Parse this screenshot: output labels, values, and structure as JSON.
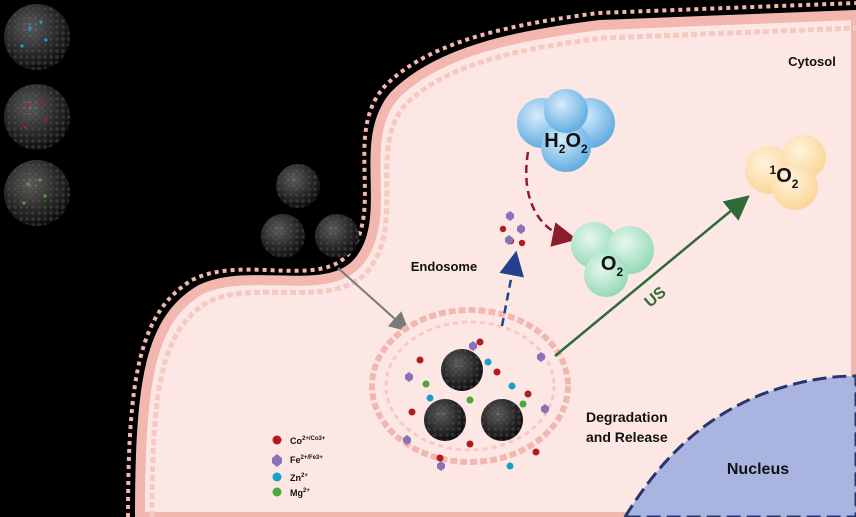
{
  "labels": {
    "cytosol": "Cytosol",
    "endosome": "Endosome",
    "degradation_line1": "Degradation",
    "degradation_line2": "and Release",
    "nucleus": "Nucleus",
    "us": "US"
  },
  "molecules": {
    "h2o2": {
      "base": "H",
      "sub1": "2",
      "mid": "O",
      "sub2": "2"
    },
    "o2": {
      "base": "O",
      "sub": "2"
    },
    "singlet_o2": {
      "sup": "1",
      "base": "O",
      "sub": "2"
    }
  },
  "legend": [
    {
      "name": "co",
      "base": "Co",
      "sup": "2+/Co3+",
      "color": "#b21c1c",
      "shape": "circle"
    },
    {
      "name": "fe",
      "base": "Fe",
      "sup": "2+/Fe3+",
      "color": "#8a72b8",
      "shape": "hexagon"
    },
    {
      "name": "zn",
      "base": "Zn",
      "sup": "2+",
      "color": "#1aa0c8",
      "shape": "circle"
    },
    {
      "name": "mg",
      "base": "Mg",
      "sup": "2+",
      "color": "#4ea53a",
      "shape": "circle"
    }
  ],
  "colors": {
    "background": "#000000",
    "cell": "#fde7e4",
    "membrane": "#f2b8b0",
    "nucleus": "#a9b5e0",
    "nucleus_border": "#27366e",
    "us_arrow": "#2f6b3a",
    "h2o2_arrow": "#8b1e2b",
    "release_arrow": "#27408b",
    "h2o2_bubble": "#8fc6ee",
    "o2_bubble": "#b9ead3",
    "singlet_bubble": "#fde1b2"
  }
}
